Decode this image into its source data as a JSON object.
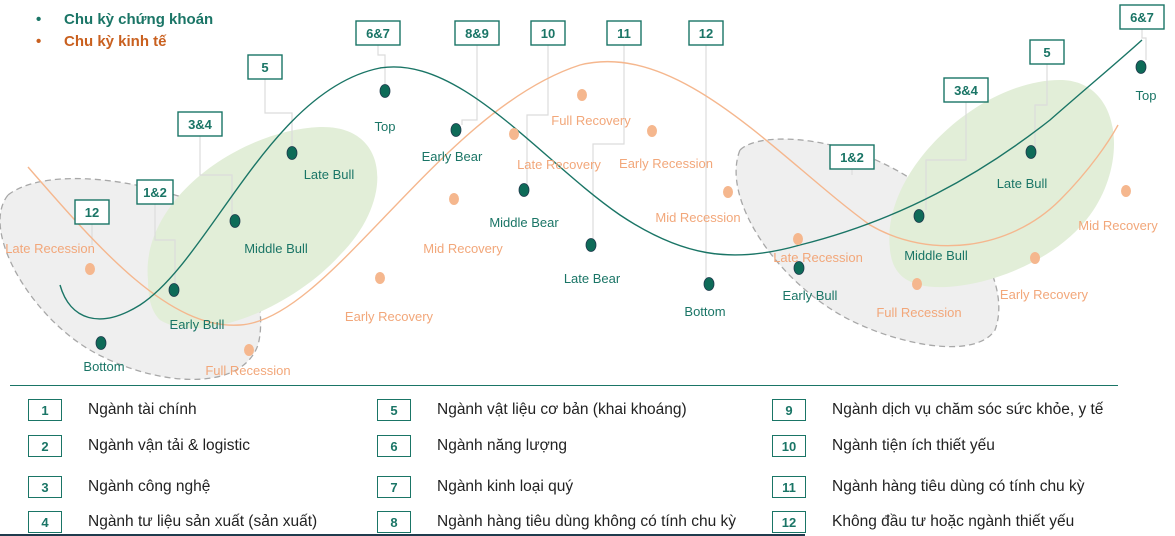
{
  "legend": {
    "stock_cycle": "Chu kỳ chứng khoán",
    "economic_cycle": "Chu kỳ kinh tế",
    "bullet": "•"
  },
  "colors": {
    "stock": "#1a7566",
    "stock_dot": "#0e6b58",
    "economic": "#f5b78e",
    "economic_text": "#f2a77a",
    "legend_econ": "#c9601f",
    "bull_zone": "#e2eed8",
    "bear_zone": "#efefef",
    "box_border": "#1a7566"
  },
  "stock_phases": [
    {
      "label": "Bottom"
    },
    {
      "label": "Early Bull"
    },
    {
      "label": "Middle Bull"
    },
    {
      "label": "Late Bull"
    },
    {
      "label": "Top"
    },
    {
      "label": "Early Bear"
    },
    {
      "label": "Middle Bear"
    },
    {
      "label": "Late Bear"
    },
    {
      "label": "Bottom"
    },
    {
      "label": "Early Bull"
    },
    {
      "label": "Middle Bull"
    },
    {
      "label": "Late Bull"
    },
    {
      "label": "Top"
    }
  ],
  "economic_phases": [
    {
      "label": "Late Recession"
    },
    {
      "label": "Full Recession"
    },
    {
      "label": "Early Recovery"
    },
    {
      "label": "Mid Recovery"
    },
    {
      "label": "Late Recovery"
    },
    {
      "label": "Full Recovery"
    },
    {
      "label": "Early Recession"
    },
    {
      "label": "Mid Recession"
    },
    {
      "label": "Late Recession"
    },
    {
      "label": "Full Recession"
    },
    {
      "label": "Early Recovery"
    },
    {
      "label": "Mid Recovery"
    }
  ],
  "sector_tags": [
    "12",
    "1&2",
    "3&4",
    "5",
    "6&7",
    "8&9",
    "10",
    "11",
    "12",
    "1&2",
    "3&4",
    "5",
    "6&7"
  ],
  "sector_key": [
    {
      "num": "1",
      "text": "Ngành tài chính"
    },
    {
      "num": "2",
      "text": "Ngành vận tải & logistic"
    },
    {
      "num": "3",
      "text": "Ngành công nghệ"
    },
    {
      "num": "4",
      "text": "Ngành tư liệu sản xuất (sản xuất)"
    },
    {
      "num": "5",
      "text": "Ngành vật liệu cơ bản (khai khoáng)"
    },
    {
      "num": "6",
      "text": "Ngành năng lượng"
    },
    {
      "num": "7",
      "text": "Ngành kinh loại quý"
    },
    {
      "num": "8",
      "text": "Ngành hàng tiêu dùng không có tính chu kỳ"
    },
    {
      "num": "9",
      "text": "Ngành dịch vụ chăm sóc sức khỏe, y tế"
    },
    {
      "num": "10",
      "text": "Ngành tiện ích thiết yếu"
    },
    {
      "num": "11",
      "text": "Ngành hàng tiêu dùng có tính chu kỳ"
    },
    {
      "num": "12",
      "text": "Không đầu tư hoặc ngành thiết yếu"
    }
  ]
}
